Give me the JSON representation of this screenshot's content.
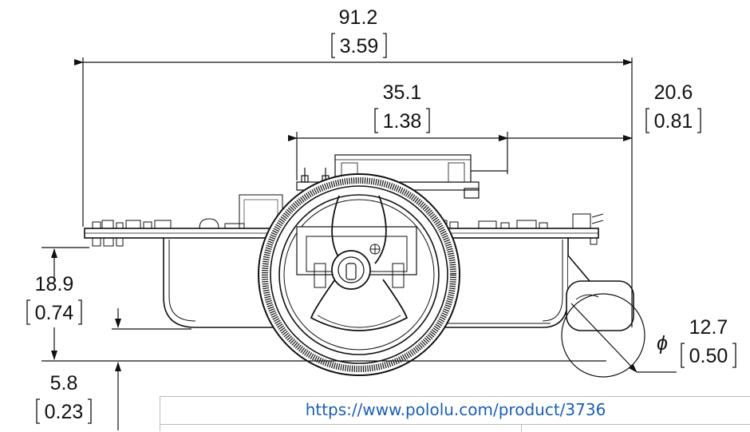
{
  "dimensions": {
    "overall_length": {
      "mm": "91.2",
      "in": "3.59"
    },
    "top_span": {
      "mm": "35.1",
      "in": "1.38"
    },
    "overhang": {
      "mm": "20.6",
      "in": "0.81"
    },
    "chassis_height": {
      "mm": "18.9",
      "in": "0.74"
    },
    "ground_clearance": {
      "mm": "5.8",
      "in": "0.23"
    },
    "ball_caster_diameter": {
      "mm": "12.7",
      "in": "0.50",
      "symbol": "ϕ"
    }
  },
  "footer": {
    "url": "https://www.pololu.com/product/3736"
  }
}
